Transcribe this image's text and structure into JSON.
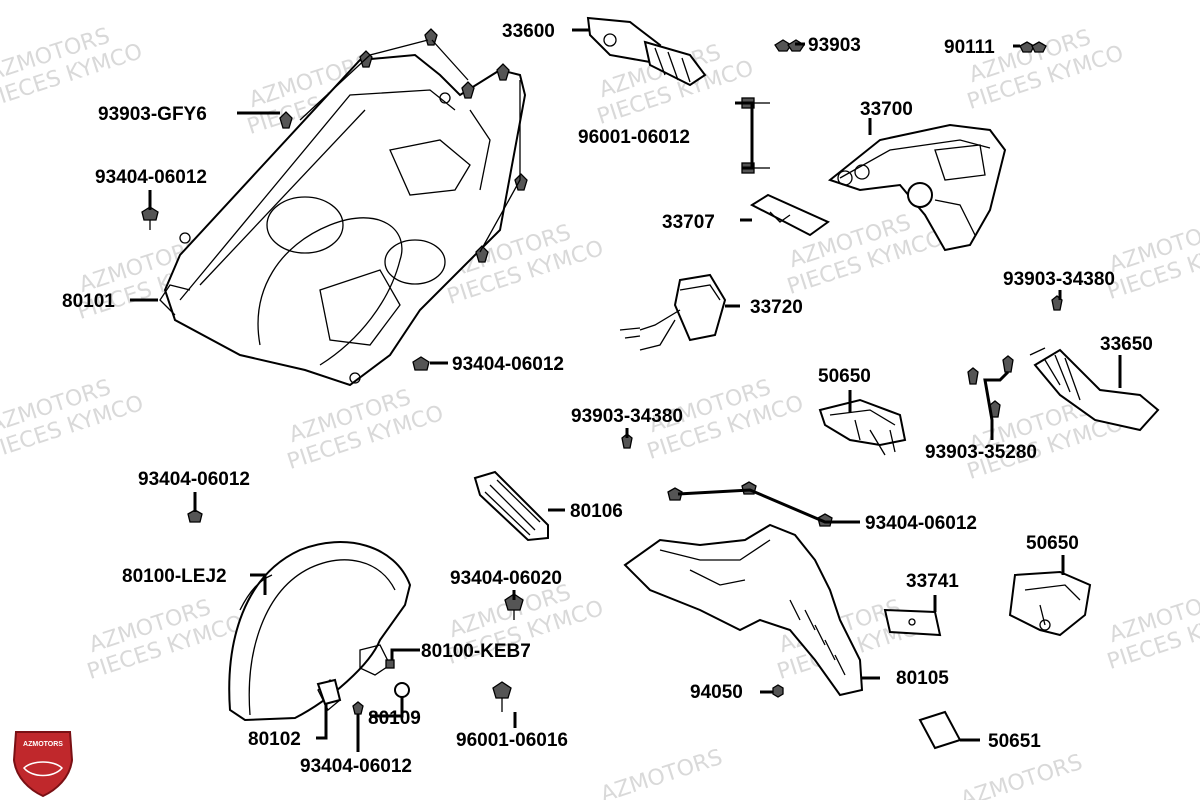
{
  "watermark": {
    "line1": "AZMOTORS",
    "line2": "PIECES KYMCO"
  },
  "logo": {
    "text": "AZMOTORS",
    "color": "#c0282c"
  },
  "labels": {
    "p33600": "33600",
    "p93903": "93903",
    "p90111": "90111",
    "p93903_gfy6": "93903-GFY6",
    "p96001_06012": "96001-06012",
    "p33700": "33700",
    "p93404_06012_a": "93404-06012",
    "p33707": "33707",
    "p93903_34380_a": "93903-34380",
    "p80101": "80101",
    "p33720": "33720",
    "p33650": "33650",
    "p93404_06012_b": "93404-06012",
    "p50650_a": "50650",
    "p93903_34380_b": "93903-34380",
    "p93903_35280": "93903-35280",
    "p93404_06012_c": "93404-06012",
    "p80106": "80106",
    "p93404_06012_d": "93404-06012",
    "p50650_b": "50650",
    "p80100_lej2": "80100-LEJ2",
    "p93404_06020": "93404-06020",
    "p33741": "33741",
    "p80100_keb7": "80100-KEB7",
    "p80105": "80105",
    "p94050": "94050",
    "p80109": "80109",
    "p80102": "80102",
    "p96001_06016": "96001-06016",
    "p50651": "50651",
    "p93404_06012_e": "93404-06012"
  }
}
